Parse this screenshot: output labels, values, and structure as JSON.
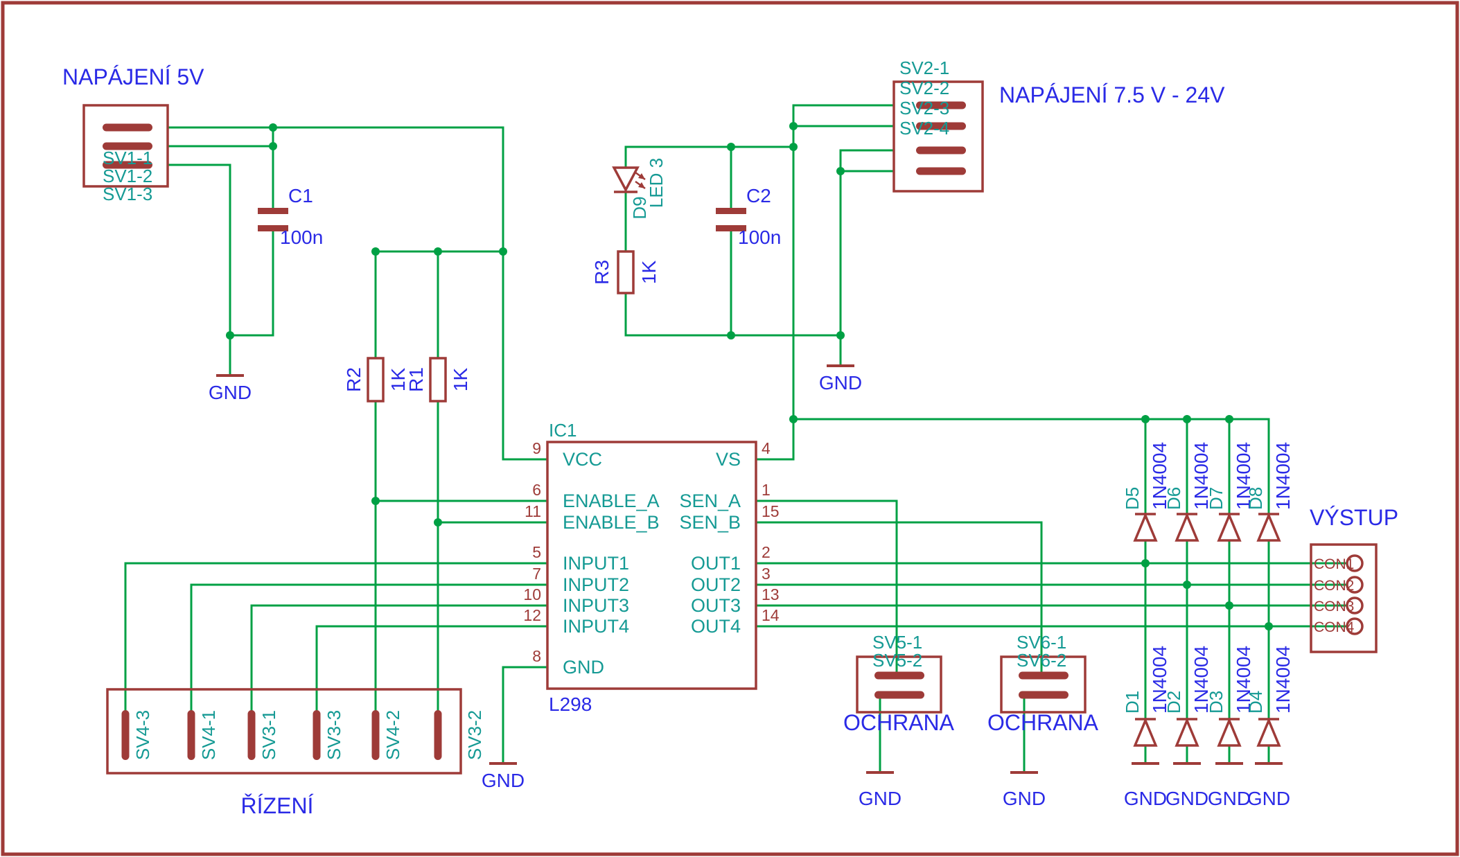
{
  "colors": {
    "wire_green": "#00A044",
    "symbol_maroon": "#9E3B38",
    "name_teal": "#159A94",
    "value_blue": "#2A2AE6",
    "background": "#FFFFFF"
  },
  "labels": {
    "title_5v": "NAPÁJENÍ 5V",
    "title_24v": "NAPÁJENÍ 7.5 V - 24V",
    "title_output": "VÝSTUP",
    "title_control": "ŘÍZENÍ",
    "title_protection_1": "OCHRANA",
    "title_protection_2": "OCHRANA",
    "gnd": "GND"
  },
  "components": {
    "sv1": {
      "pins": [
        "SV1-1",
        "SV1-2",
        "SV1-3"
      ]
    },
    "sv2": {
      "pins": [
        "SV2-1",
        "SV2-2",
        "SV2-3",
        "SV2-4"
      ]
    },
    "sv5": {
      "pins": [
        "SV5-1",
        "SV5-2"
      ]
    },
    "sv6": {
      "pins": [
        "SV6-1",
        "SV6-2"
      ]
    },
    "control": {
      "pins": [
        "SV4-3",
        "SV4-1",
        "SV3-1",
        "SV3-3",
        "SV4-2",
        "SV3-2"
      ]
    },
    "output": {
      "pins": [
        "CON1",
        "CON2",
        "CON3",
        "CON4"
      ]
    },
    "c1": {
      "name": "C1",
      "value": "100n"
    },
    "c2": {
      "name": "C2",
      "value": "100n"
    },
    "r1": {
      "name": "R1",
      "value": "1K"
    },
    "r2": {
      "name": "R2",
      "value": "1K"
    },
    "r3": {
      "name": "R3",
      "value": "1K"
    },
    "d9": {
      "name": "D9",
      "value": "LED 3"
    },
    "ic1": {
      "name": "IC1",
      "value": "L298",
      "left_pins": [
        {
          "num": "9",
          "label": "VCC"
        },
        {
          "num": "6",
          "label": "ENABLE_A"
        },
        {
          "num": "11",
          "label": "ENABLE_B"
        },
        {
          "num": "5",
          "label": "INPUT1"
        },
        {
          "num": "7",
          "label": "INPUT2"
        },
        {
          "num": "10",
          "label": "INPUT3"
        },
        {
          "num": "12",
          "label": "INPUT4"
        },
        {
          "num": "8",
          "label": "GND"
        }
      ],
      "right_pins": [
        {
          "num": "4",
          "label": "VS"
        },
        {
          "num": "1",
          "label": "SEN_A"
        },
        {
          "num": "15",
          "label": "SEN_B"
        },
        {
          "num": "2",
          "label": "OUT1"
        },
        {
          "num": "3",
          "label": "OUT2"
        },
        {
          "num": "13",
          "label": "OUT3"
        },
        {
          "num": "14",
          "label": "OUT4"
        }
      ]
    },
    "diodes_top": [
      {
        "name": "D5",
        "value": "1N4004"
      },
      {
        "name": "D6",
        "value": "1N4004"
      },
      {
        "name": "D7",
        "value": "1N4004"
      },
      {
        "name": "D8",
        "value": "1N4004"
      }
    ],
    "diodes_bottom": [
      {
        "name": "D1",
        "value": "1N4004"
      },
      {
        "name": "D2",
        "value": "1N4004"
      },
      {
        "name": "D3",
        "value": "1N4004"
      },
      {
        "name": "D4",
        "value": "1N4004"
      }
    ]
  }
}
